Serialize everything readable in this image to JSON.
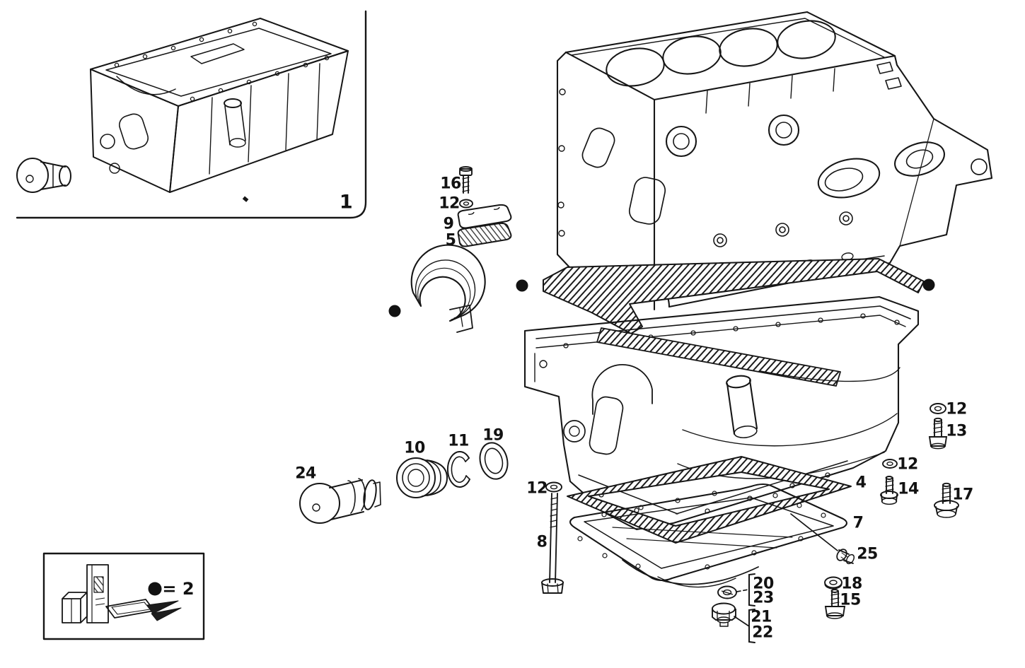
{
  "figure": {
    "type": "exploded-parts-diagram",
    "line_color": "#161616",
    "background_color": "#ffffff"
  },
  "symbols": {
    "kit_dot": "●"
  },
  "legend": {
    "dot": "●",
    "text": "= 2"
  },
  "callouts": [
    {
      "text": "1"
    },
    {
      "text": "16"
    },
    {
      "text": "12"
    },
    {
      "text": "9"
    },
    {
      "text": "5"
    },
    {
      "text": "10"
    },
    {
      "text": "11"
    },
    {
      "text": "19"
    },
    {
      "text": "24"
    },
    {
      "text": "12"
    },
    {
      "text": "8"
    },
    {
      "text": "12"
    },
    {
      "text": "13"
    },
    {
      "text": "12"
    },
    {
      "text": "14"
    },
    {
      "text": "17"
    },
    {
      "text": "4"
    },
    {
      "text": "7"
    },
    {
      "text": "25"
    },
    {
      "text": "18"
    },
    {
      "text": "15"
    },
    {
      "text": "20"
    },
    {
      "text": "23"
    },
    {
      "text": "21"
    },
    {
      "text": "22"
    }
  ]
}
